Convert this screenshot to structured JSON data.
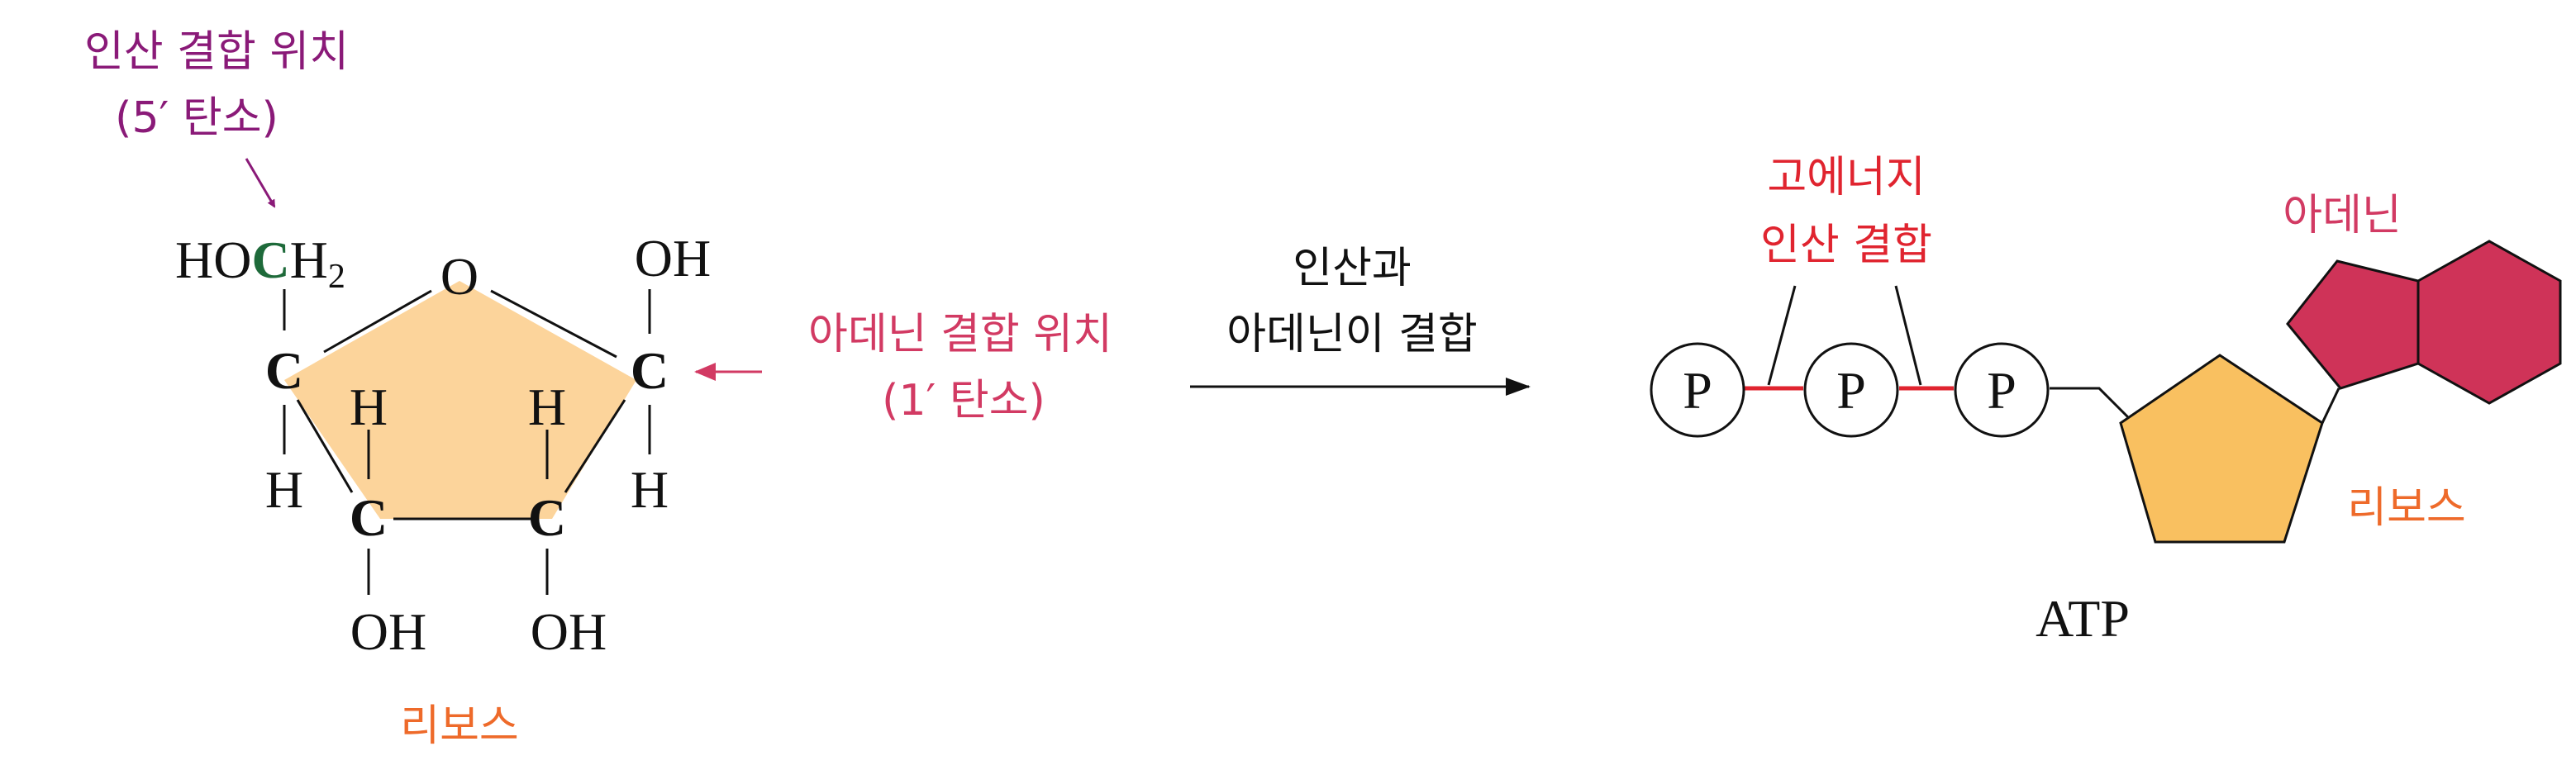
{
  "colors": {
    "purple": "#8a1a78",
    "pink": "#d23a63",
    "red": "#e0242f",
    "orange": "#ee6a2a",
    "carbon_green": "#1e6a3a",
    "ribose_fill": "#fcd49b",
    "atp_ribose_fill": "#f9c060",
    "adenine_fill": "#cf3358",
    "ink": "#111111"
  },
  "ribose_structure": {
    "phosphate_site_label_1": "인산 결합 위치",
    "phosphate_site_label_2": "(5′ 탄소)",
    "adenine_site_label_1": "아데닌 결합 위치",
    "adenine_site_label_2": "(1′ 탄소)",
    "hoch2_prefix": "HO",
    "carbon": "C",
    "h2": "H",
    "h2_subscript": "2",
    "ring_oxygen": "O",
    "oh_top": "OH",
    "hydrogen": "H",
    "oh_bottom_left": "OH",
    "oh_bottom_right": "OH",
    "caption": "리보스"
  },
  "reaction_arrow": {
    "label_line_1": "인산과",
    "label_line_2": "아데닌이 결합"
  },
  "atp": {
    "phosphate_symbol": "P",
    "high_energy_label_1": "고에너지",
    "high_energy_label_2": "인산 결합",
    "adenine_label": "아데닌",
    "ribose_label": "리보스",
    "caption": "ATP"
  }
}
